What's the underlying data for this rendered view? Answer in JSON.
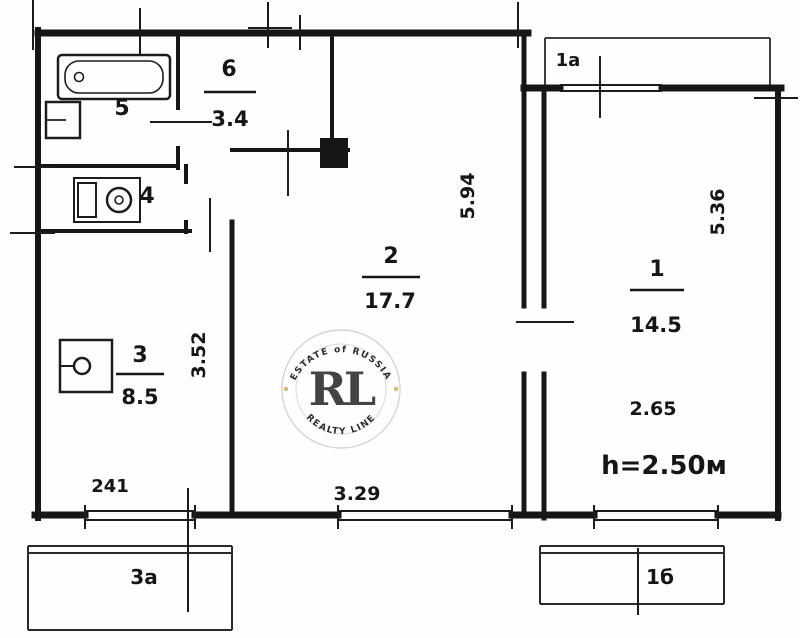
{
  "title": "Apartment floor plan",
  "colors": {
    "wall": "#161616",
    "background": "#fefefe",
    "height_label": "#2b2bb8",
    "watermark_gold": "#bf9b2f",
    "watermark_gray": "#c6c6c6"
  },
  "rooms": {
    "room1": {
      "number": "1",
      "area": "14.5",
      "width_m": "2.65",
      "height_m": "5.36"
    },
    "room2": {
      "number": "2",
      "area": "17.7",
      "width_m": "3.29",
      "height_m": "5.94"
    },
    "room3": {
      "number": "3",
      "area": "8.5",
      "width_label": "241",
      "height_m": "3.52"
    },
    "room4": {
      "number": "4"
    },
    "room5": {
      "number": "5"
    },
    "room6": {
      "number": "6",
      "area": "3.4"
    }
  },
  "balconies": {
    "top_right": "1a",
    "bottom_right": "1б",
    "bottom_left": "3a"
  },
  "ceiling_height": "h=2.50м",
  "watermark": {
    "initials": "RL",
    "arc_top": "ESTATE of RUSSIA",
    "arc_bottom": "REALTY LINE"
  }
}
